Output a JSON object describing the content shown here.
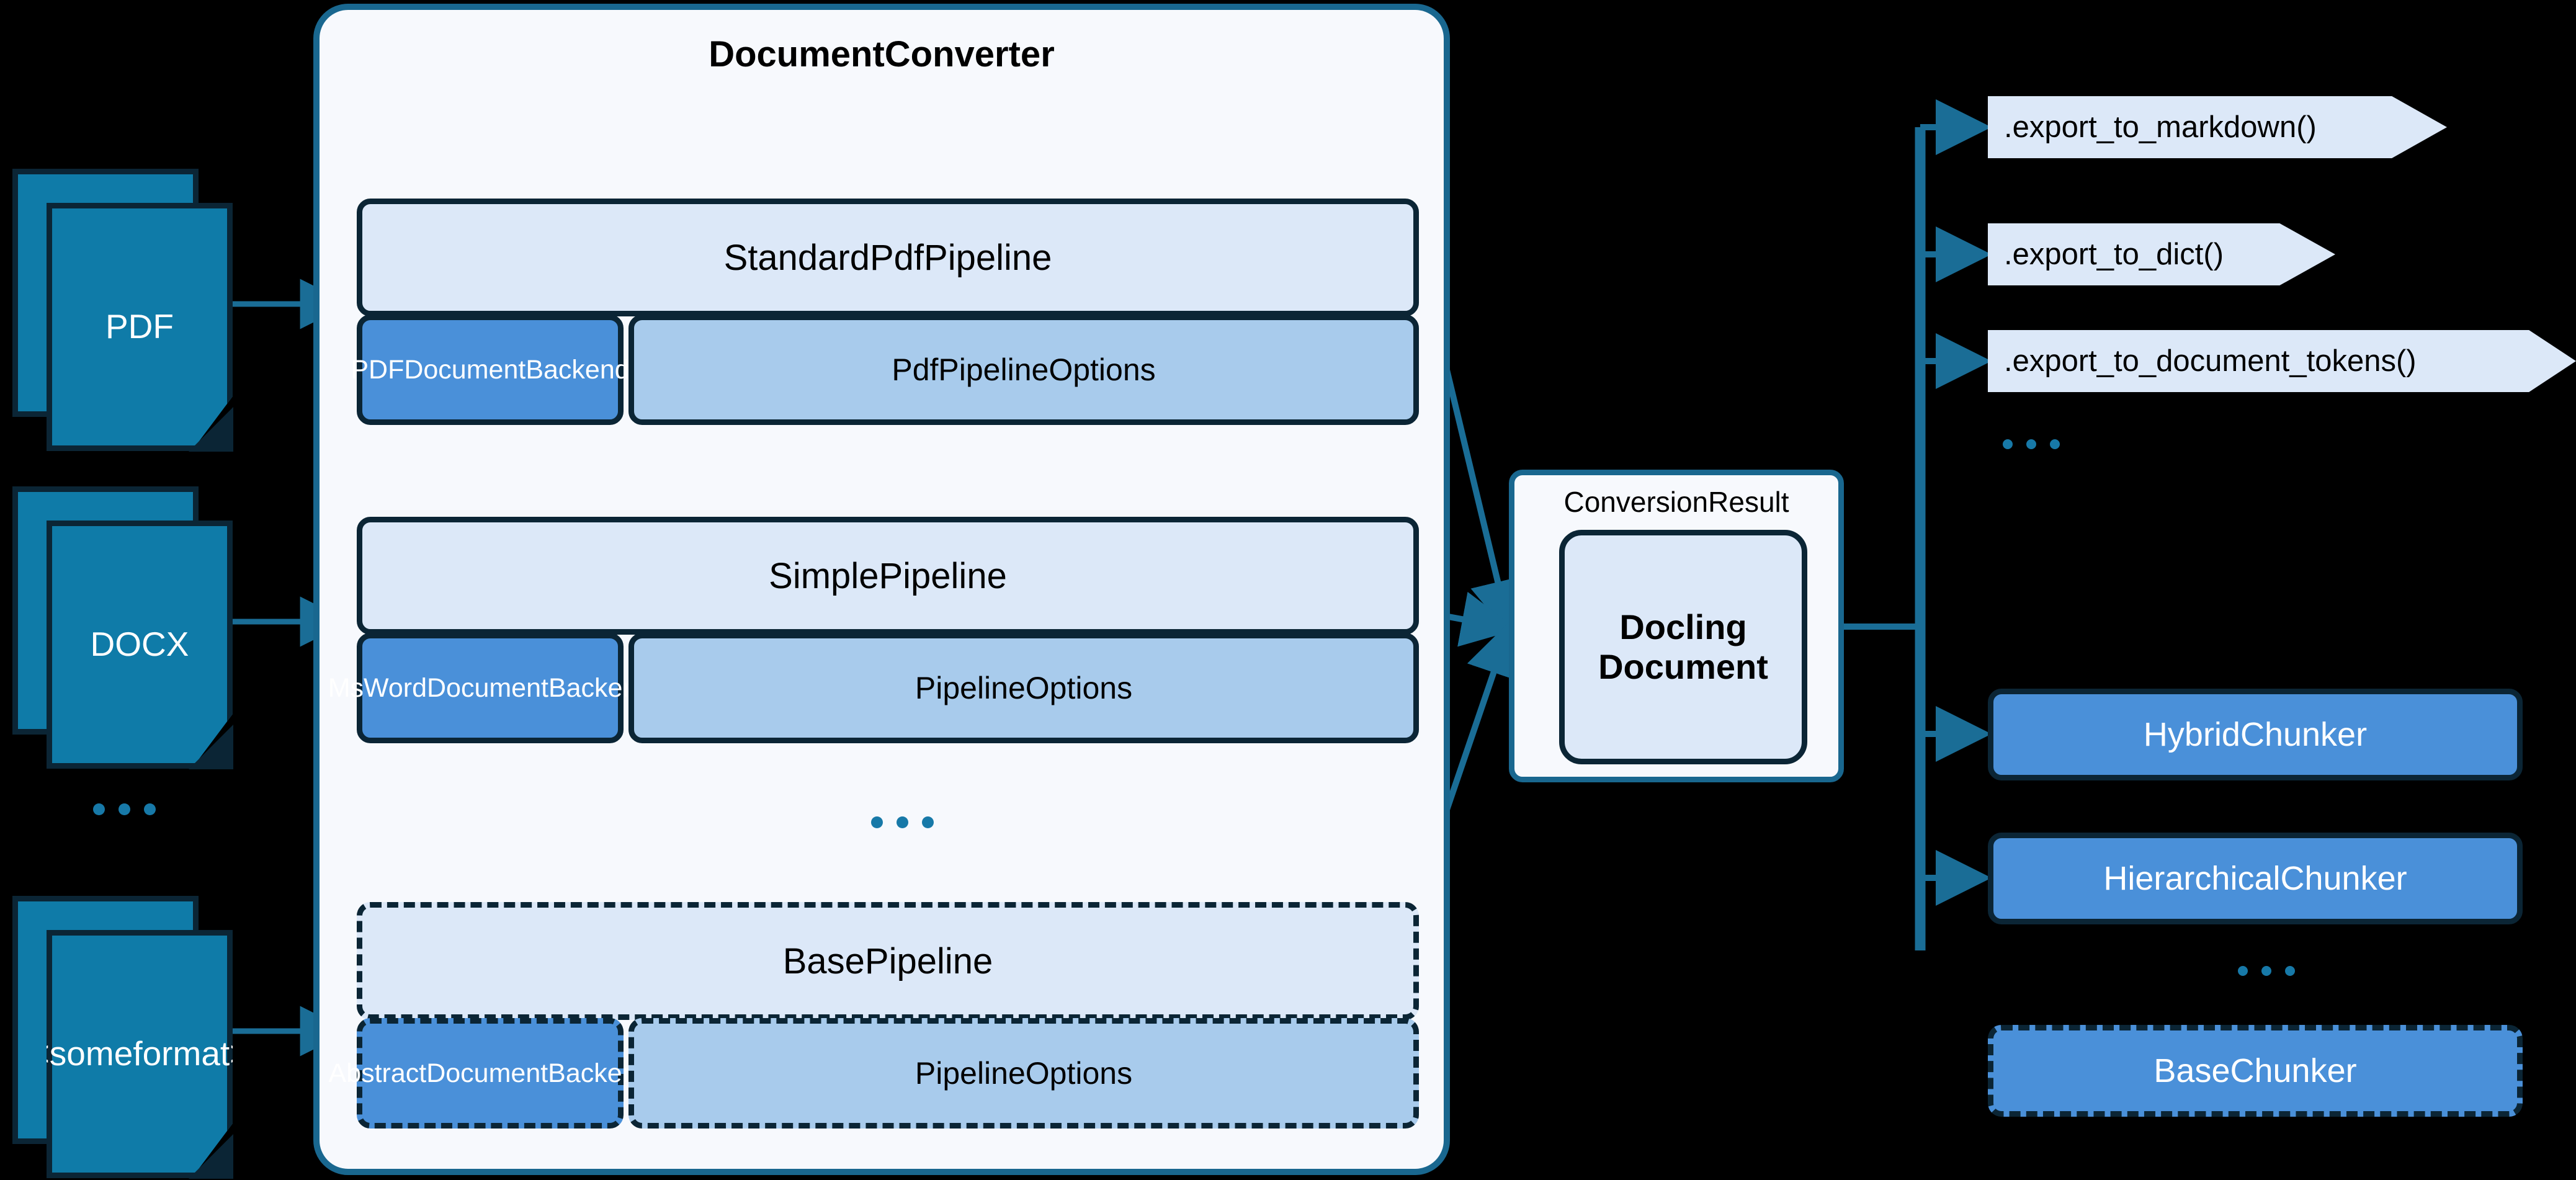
{
  "diagram": {
    "title": "Docling DocumentConverter architecture",
    "background_color": "#000000"
  },
  "colors": {
    "doc_fill": "#0f7ba8",
    "doc_stroke": "#0b2535",
    "container_fill": "#f7f9fd",
    "container_stroke": "#19678f",
    "pipeline_fill": "#dce8f8",
    "backend_fill": "#4a90d9",
    "options_fill": "#a8cbec",
    "wire": "#1a6d96",
    "text_dark": "#000000",
    "text_light": "#ffffff"
  },
  "inputs": {
    "documents": [
      {
        "label": "PDF"
      },
      {
        "label": "DOCX"
      },
      {
        "label": "<some\nformat>",
        "line1": "<some",
        "line2": "format>"
      }
    ],
    "ellipsis": "..."
  },
  "converter": {
    "title": "DocumentConverter",
    "ellipsis": "...",
    "pipelines": [
      {
        "name": "StandardPdfPipeline",
        "backend": "PDFDocumentBackend",
        "options": "PdfPipelineOptions",
        "style": "solid"
      },
      {
        "name": "SimplePipeline",
        "backend": "MsWordDocumentBackend",
        "options": "PipelineOptions",
        "style": "solid"
      },
      {
        "name": "BasePipeline",
        "backend": "AbstractDocumentBackend",
        "options": "PipelineOptions",
        "style": "dashed"
      }
    ]
  },
  "result": {
    "title": "ConversionResult",
    "document_line1": "Docling",
    "document_line2": "Document"
  },
  "exports": {
    "items": [
      {
        "label": ".export_to_markdown()"
      },
      {
        "label": ".export_to_dict()"
      },
      {
        "label": ".export_to_document_tokens()"
      }
    ],
    "ellipsis": "..."
  },
  "chunkers": {
    "items": [
      {
        "label": "HybridChunker",
        "style": "solid"
      },
      {
        "label": "HierarchicalChunker",
        "style": "solid"
      },
      {
        "label": "BaseChunker",
        "style": "dashed"
      }
    ],
    "ellipsis": "..."
  }
}
